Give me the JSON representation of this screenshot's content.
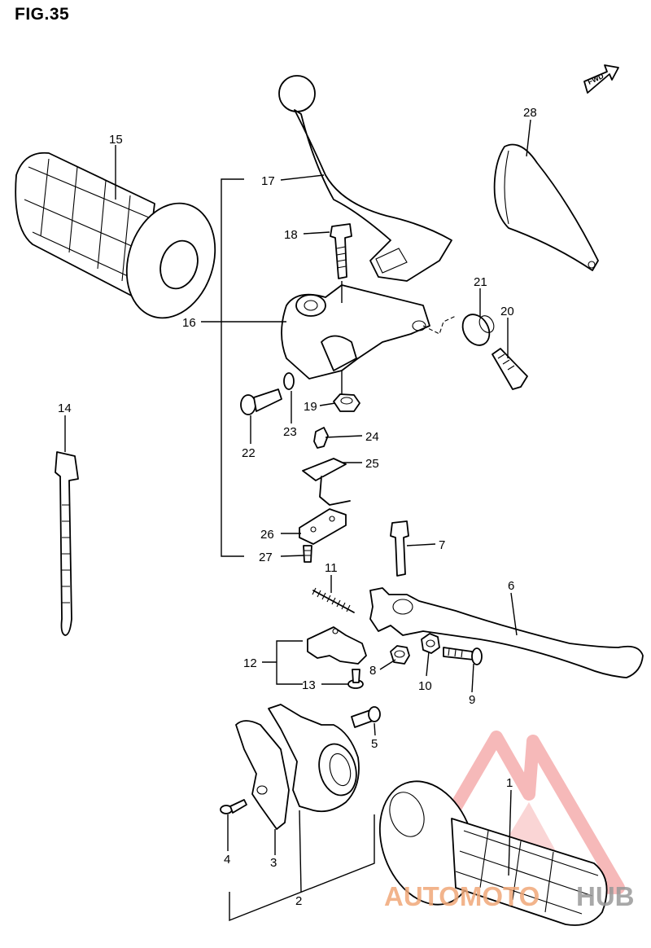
{
  "figure": {
    "title": "FIG.35"
  },
  "orientation": {
    "label": "FWD"
  },
  "watermark": {
    "text_primary": "AUTOMOTO",
    "text_secondary": "HUB",
    "color_primary": "#f0a878",
    "color_secondary": "#999999",
    "logo_color": "#f08080"
  },
  "parts": [
    {
      "id": "p1",
      "label": "1"
    },
    {
      "id": "p2",
      "label": "2"
    },
    {
      "id": "p3",
      "label": "3"
    },
    {
      "id": "p4",
      "label": "4"
    },
    {
      "id": "p5",
      "label": "5"
    },
    {
      "id": "p6",
      "label": "6"
    },
    {
      "id": "p7",
      "label": "7"
    },
    {
      "id": "p8",
      "label": "8"
    },
    {
      "id": "p9",
      "label": "9"
    },
    {
      "id": "p10",
      "label": "10"
    },
    {
      "id": "p11",
      "label": "11"
    },
    {
      "id": "p12",
      "label": "12"
    },
    {
      "id": "p13",
      "label": "13"
    },
    {
      "id": "p14",
      "label": "14"
    },
    {
      "id": "p15",
      "label": "15"
    },
    {
      "id": "p16",
      "label": "16"
    },
    {
      "id": "p17",
      "label": "17"
    },
    {
      "id": "p18",
      "label": "18"
    },
    {
      "id": "p19",
      "label": "19"
    },
    {
      "id": "p20",
      "label": "20"
    },
    {
      "id": "p21",
      "label": "21"
    },
    {
      "id": "p22",
      "label": "22"
    },
    {
      "id": "p23",
      "label": "23"
    },
    {
      "id": "p24",
      "label": "24"
    },
    {
      "id": "p25",
      "label": "25"
    },
    {
      "id": "p26",
      "label": "26"
    },
    {
      "id": "p27",
      "label": "27"
    },
    {
      "id": "p28",
      "label": "28"
    }
  ]
}
